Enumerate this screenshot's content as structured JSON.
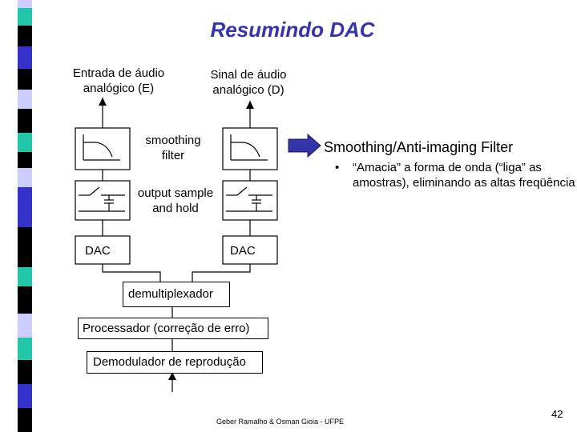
{
  "slide": {
    "title": "Resumindo DAC",
    "input_left_label": "Entrada de áudio analógico (E)",
    "input_right_label": "Sinal de áudio analógico (D)",
    "smoothing_label": "smoothing filter",
    "sample_hold_label": "output sample and hold",
    "dac_left_label": "DAC",
    "dac_right_label": "DAC",
    "demux_label": "demultiplexador",
    "processor_label": "Processador (correção de erro)",
    "demodulator_label": "Demodulador de reprodução",
    "filter_heading": "Smoothing/Anti-imaging Filter",
    "bullet_symbol": "•",
    "bullet_text": "“Amacia” a forma de onda (“liga” as amostras), eliminando as altas freqüência",
    "footer": "Geber Ramalho & Osman Gioia - UFPE",
    "page_number": "42"
  },
  "colors": {
    "title": "#3333b3",
    "arrow_fill": "#3333aa",
    "strip_black": "#000000",
    "strip_blue": "#3333cc",
    "strip_teal": "#22c7a9",
    "strip_lavender": "#ccccff"
  },
  "icons": [
    "lowpass-filter-icon",
    "sample-hold-switch-icon",
    "right-arrow-icon"
  ]
}
